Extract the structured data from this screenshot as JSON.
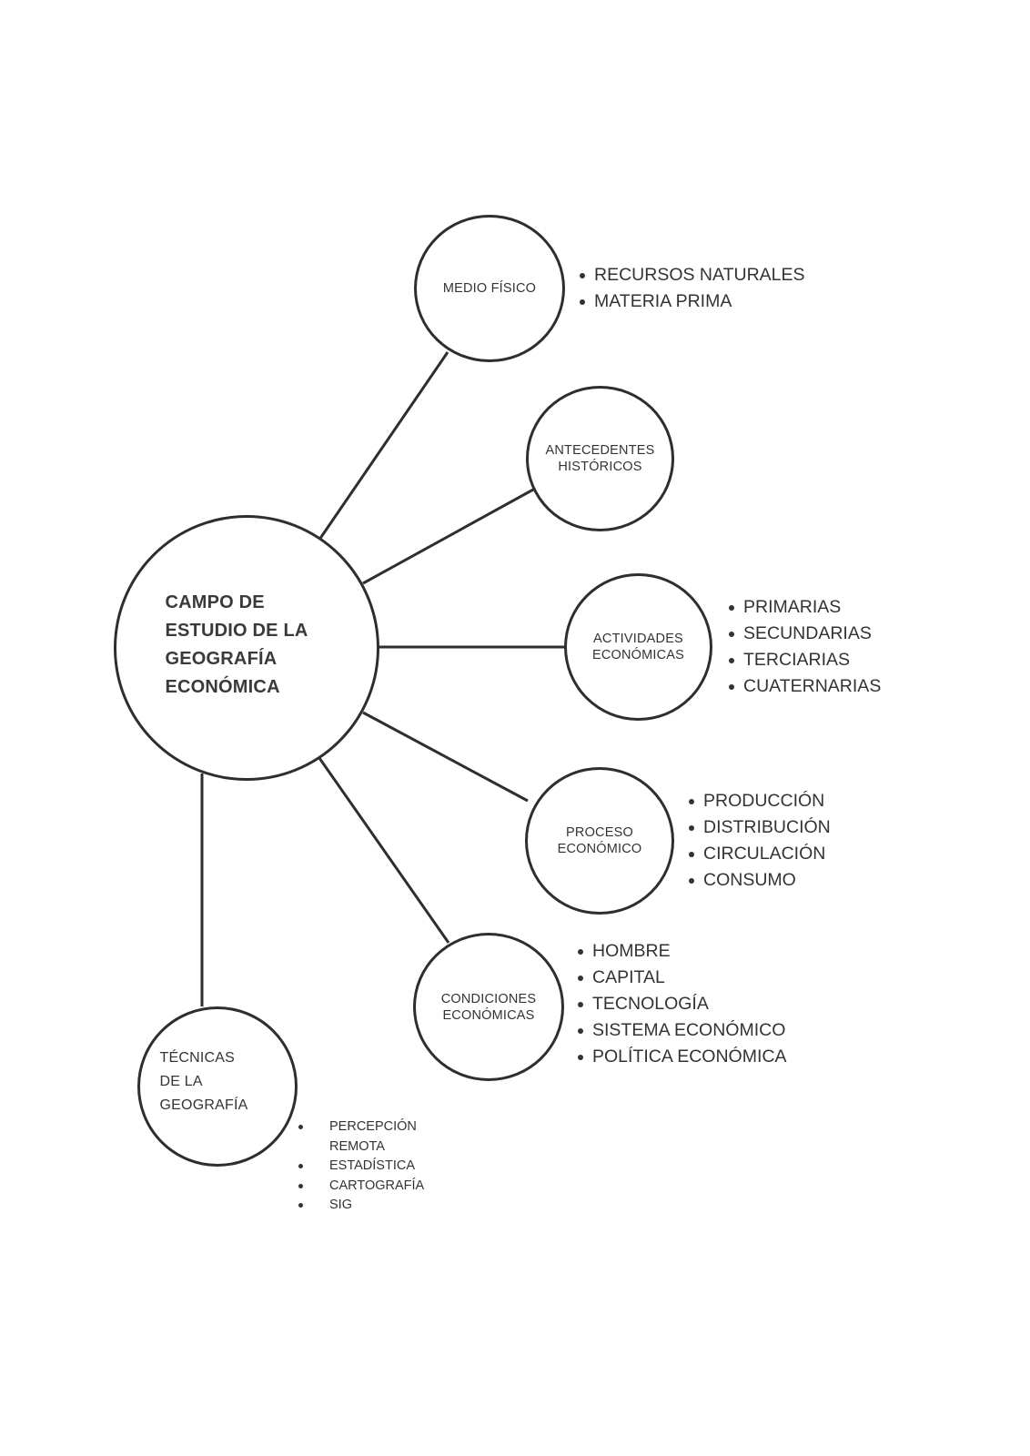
{
  "central": {
    "label": "CAMPO DE\nESTUDIO DE LA\nGEOGRAFÍA\nECONÓMICA"
  },
  "nodes": [
    {
      "id": "medio-fisico",
      "label": "MEDIO FÍSICO",
      "items": [
        "RECURSOS NATURALES",
        "MATERIA PRIMA"
      ]
    },
    {
      "id": "antecedentes",
      "label": "ANTECEDENTES\nHISTÓRICOS",
      "items": []
    },
    {
      "id": "actividades",
      "label": "ACTIVIDADES\nECONÓMICAS",
      "items": [
        "PRIMARIAS",
        "SECUNDARIAS",
        "TERCIARIAS",
        "CUATERNARIAS"
      ]
    },
    {
      "id": "proceso",
      "label": "PROCESO\nECONÓMICO",
      "items": [
        "PRODUCCIÓN",
        "DISTRIBUCIÓN",
        "CIRCULACIÓN",
        "CONSUMO"
      ]
    },
    {
      "id": "condiciones",
      "label": "CONDICIONES\nECONÓMICAS",
      "items": [
        "HOMBRE",
        "CAPITAL",
        "TECNOLOGÍA",
        "SISTEMA ECONÓMICO",
        "POLÍTICA ECONÓMICA"
      ]
    },
    {
      "id": "tecnicas",
      "label": "TÉCNICAS\nDE LA\nGEOGRAFÍA",
      "items": [
        "PERCEPCIÓN",
        "REMOTA",
        "ESTADÍSTICA",
        "CARTOGRAFÍA",
        "SIG"
      ]
    }
  ],
  "colors": {
    "stroke": "#2e2e2e",
    "text": "#333333",
    "background": "#ffffff"
  }
}
